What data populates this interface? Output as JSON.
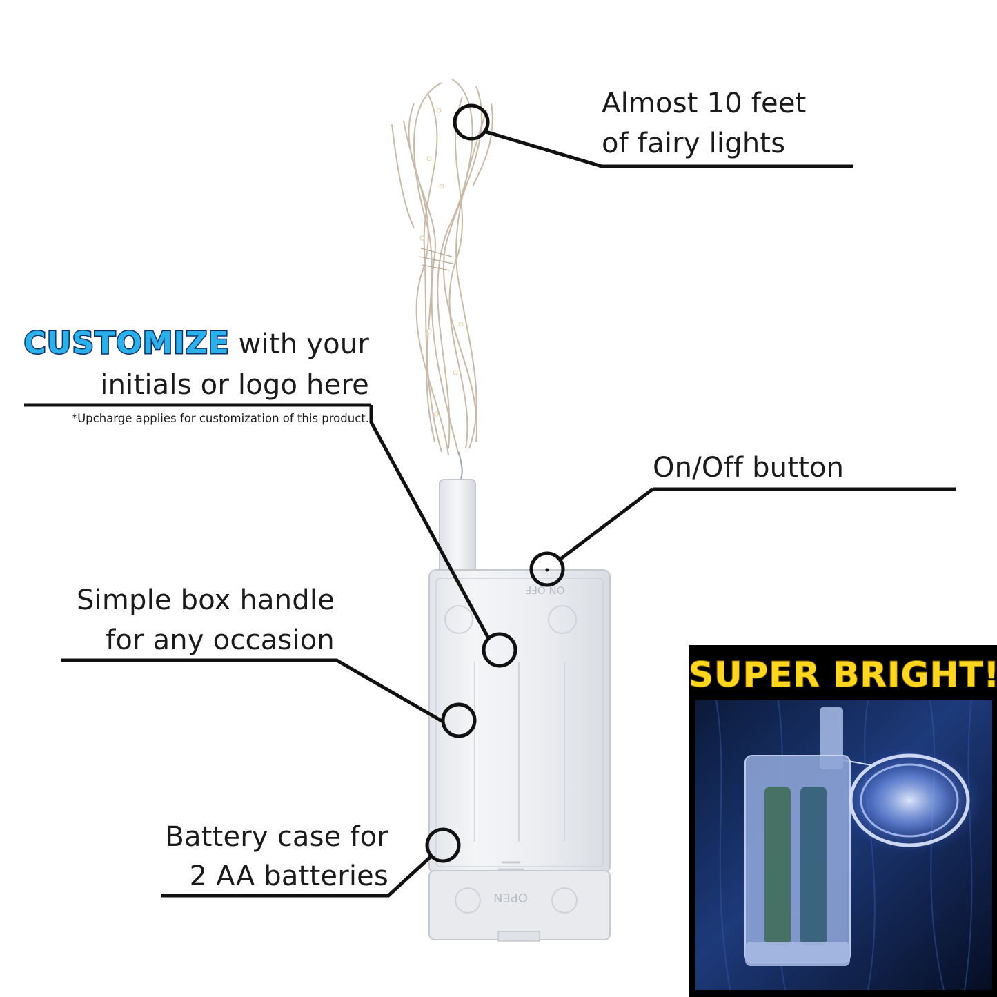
{
  "callouts": {
    "fairy_lights": {
      "line1": "Almost 10 feet",
      "line2": "of fairy lights"
    },
    "customize": {
      "highlight": "CUSTOMIZE",
      "line1_rest": " with your",
      "line2": "initials or logo here",
      "note": "*Upcharge applies for customization of this product."
    },
    "on_off": {
      "label": "On/Off button"
    },
    "handle": {
      "line1": "Simple box handle",
      "line2": "for any occasion"
    },
    "battery": {
      "line1": "Battery case for",
      "line2": "2 AA batteries"
    }
  },
  "case_markings": {
    "switch": "ON OFF",
    "cover": "OPEN"
  },
  "inset": {
    "title": "SUPER BRIGHT!"
  },
  "colors": {
    "customize_fill": "#2bb1ea",
    "customize_outline": "#0d2f6b",
    "inset_title": "#ffd61e",
    "inset_background": "#000000",
    "leader_lines": "#111111"
  }
}
